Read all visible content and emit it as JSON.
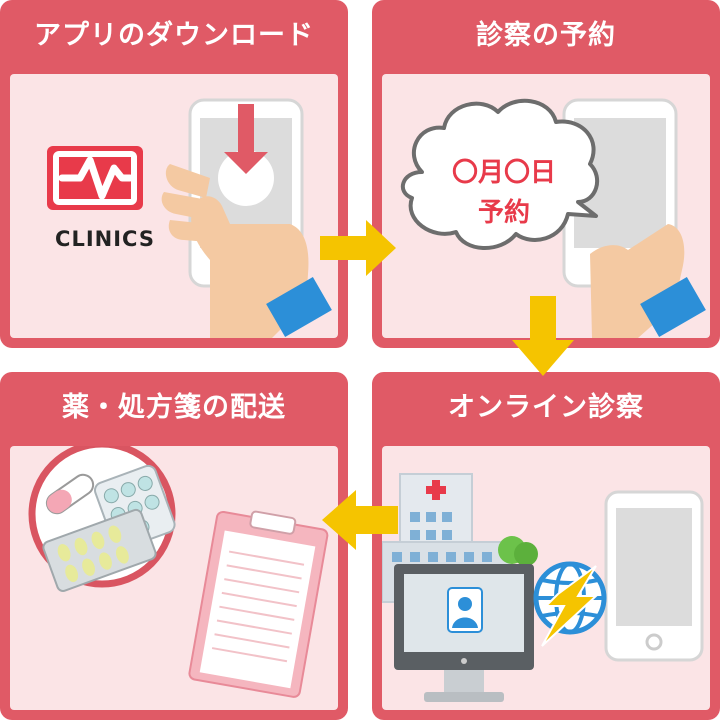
{
  "steps": [
    {
      "title": "アプリのダウンロード"
    },
    {
      "title": "診察の予約"
    },
    {
      "title": "薬・処方箋の配送"
    },
    {
      "title": "オンライン診察"
    }
  ],
  "logo": {
    "text": "CLINICS"
  },
  "bubble": {
    "line1": "〇月〇日",
    "line2": "予約"
  },
  "colors": {
    "panel": "#e05a66",
    "panel_bg": "#fbe4e6",
    "arrow": "#f5c400",
    "accent": "#e83a4a"
  }
}
